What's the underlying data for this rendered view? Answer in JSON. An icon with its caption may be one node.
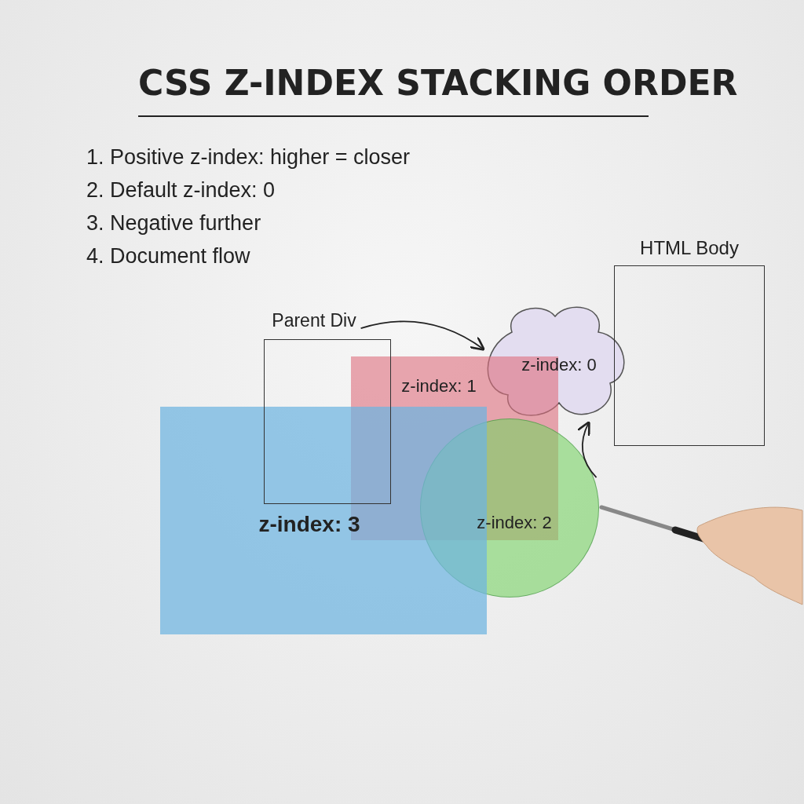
{
  "diagram": {
    "title": "CSS Z-INDEX STACKING ORDER",
    "nodes": [
      {
        "text": [
          "HTML Body"
        ]
      },
      {
        "text": [
          "Parent Div"
        ]
      },
      {
        "text": [
          "z-index: 0"
        ]
      },
      {
        "text": [
          "z-index: 1"
        ]
      },
      {
        "text": [
          "z-index: 2"
        ]
      },
      {
        "text": [
          "z-index: 3"
        ]
      }
    ],
    "edges": [
      {
        "from": 1,
        "to": 2,
        "arrow": "to"
      },
      {
        "from": 4,
        "to": 2,
        "arrow": "to"
      }
    ],
    "labels": [
      "1. Positive z-index: higher = closer",
      "2. Default z-index: 0",
      "3. Negative further",
      "4. Document flow"
    ]
  }
}
